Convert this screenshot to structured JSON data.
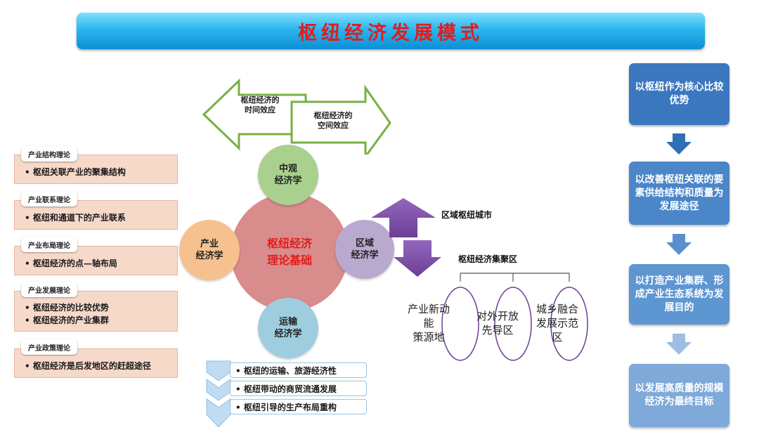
{
  "title": "枢纽经济发展模式",
  "effects": {
    "time": "枢纽经济的\n时间效应",
    "space": "枢纽经济的\n空间效应"
  },
  "theories": [
    {
      "header": "产业结构理论",
      "items": [
        "• 枢纽关联产业的聚集结构"
      ]
    },
    {
      "header": "产业联系理论",
      "items": [
        "• 枢纽和通道下的产业联系"
      ]
    },
    {
      "header": "产业布局理论",
      "items": [
        "• 枢纽经济的点—轴布局"
      ]
    },
    {
      "header": "产业发展理论",
      "items": [
        "• 枢纽经济的比较优势",
        "• 枢纽经济的产业集群"
      ]
    },
    {
      "header": "产业政策理论",
      "items": [
        "• 枢纽经济是后发地区的赶超途径"
      ]
    }
  ],
  "center": {
    "line1": "枢纽经济",
    "line2": "理论基础"
  },
  "circles": {
    "top": "中观\n经济学",
    "left": "产业\n经济学",
    "right": "区域\n经济学",
    "bottom": "运输\n经济学"
  },
  "regions": {
    "city": "区域枢纽城市",
    "cluster": "枢纽经济集聚区"
  },
  "zones": [
    "产业新动\n能\n策源地",
    "对外开放\n先导区",
    "城乡融合\n发展示范\n区"
  ],
  "transport_items": [
    "• 枢纽的运输、旅游经济性",
    "• 枢纽带动的商贸流通发展",
    "• 枢纽引导的生产布局重构"
  ],
  "flow": [
    {
      "text": "以枢纽作为核心比较优势",
      "color": "#3b77bf"
    },
    {
      "text": "以改善枢纽关联的要素供给结构和质量为发展途径",
      "color": "#4a86c8"
    },
    {
      "text": "以打造产业集群、形成产业生态系统为发展目的",
      "color": "#5e96d1"
    },
    {
      "text": "以发展高质量的规模经济为最终目标",
      "color": "#7ea9d9"
    }
  ],
  "colors": {
    "title_gradient_top": "#7fe0ff",
    "title_gradient_bottom": "#0c8fd4",
    "title_text": "#e31b1b",
    "center_circle": "#d98c8c",
    "center_text": "#e31b1b",
    "circle_top": "#a9d08e",
    "circle_left": "#f6c18f",
    "circle_right": "#b9a9cf",
    "circle_bottom": "#9fcde0",
    "arrow_green": "#77b041",
    "arrow_purple": "#7b4fa2",
    "theory_fill": "#f7d9ca"
  }
}
